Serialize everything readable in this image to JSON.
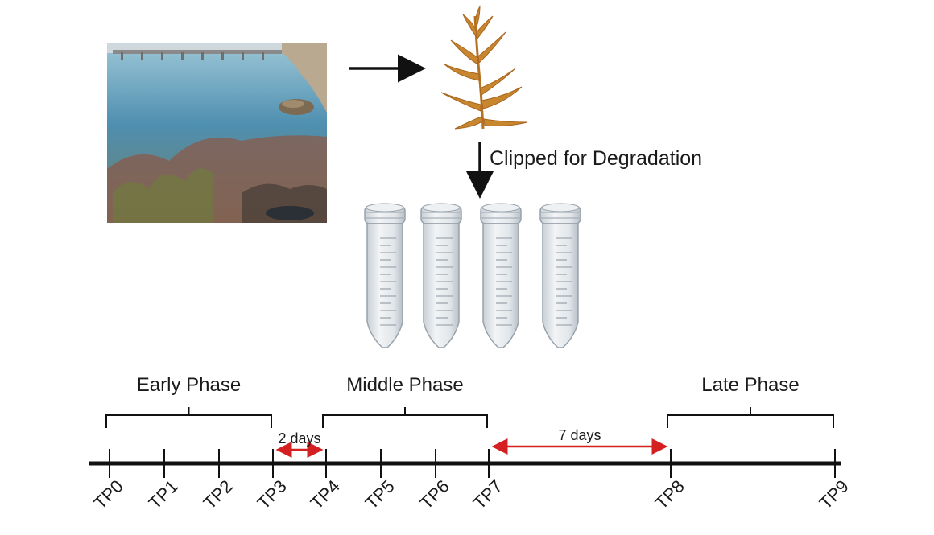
{
  "annotation": "Clipped for Degradation",
  "phases": [
    {
      "label": "Early Phase"
    },
    {
      "label": "Middle Phase"
    },
    {
      "label": "Late Phase"
    }
  ],
  "intervals": [
    {
      "label": "2 days"
    },
    {
      "label": "7 days"
    }
  ],
  "timepoints": [
    "TP0",
    "TP1",
    "TP2",
    "TP3",
    "TP4",
    "TP5",
    "TP6",
    "TP7",
    "TP8",
    "TP9"
  ],
  "colors": {
    "axis": "#111111",
    "interval_arrow": "#d42020",
    "water_light": "#7fb6c9",
    "water_deep": "#3d7fa3",
    "seaweed": "#c8862f",
    "tube": "#dfe4e8"
  },
  "icons": {
    "photo": "coastal-water-photo",
    "seaweed": "seaweed-specimen-icon",
    "tubes": "centrifuge-tube-icon"
  }
}
